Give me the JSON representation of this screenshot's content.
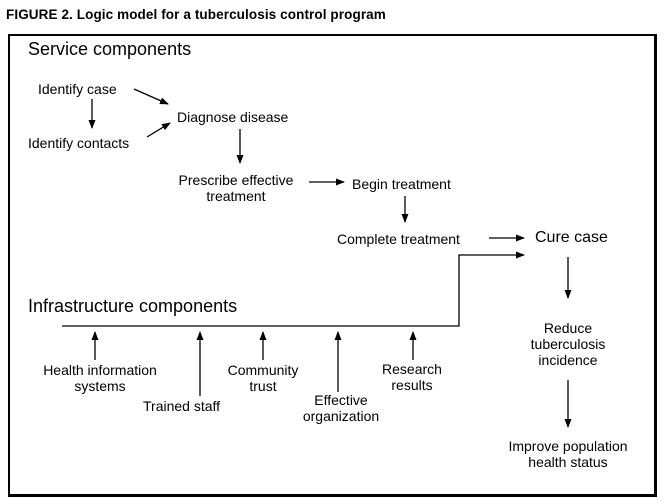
{
  "figure": {
    "caption": "FIGURE 2. Logic model for a tuberculosis control program"
  },
  "diagram": {
    "service_heading": "Service components",
    "infrastructure_heading": "Infrastructure components",
    "nodes": {
      "identify_case": "Identify case",
      "identify_contacts": "Identify contacts",
      "diagnose_disease": "Diagnose disease",
      "prescribe_effective_treatment": "Prescribe effective\ntreatment",
      "begin_treatment": "Begin treatment",
      "complete_treatment": "Complete treatment",
      "cure_case": "Cure case",
      "reduce_tuberculosis_incidence": "Reduce\ntuberculosis\nincidence",
      "improve_population_health_status": "Improve population\nhealth status",
      "health_information_systems": "Health information\nsystems",
      "trained_staff": "Trained staff",
      "community_trust": "Community\ntrust",
      "effective_organization": "Effective\norganization",
      "research_results": "Research\nresults"
    },
    "colors": {
      "line": "#000000",
      "text": "#000000",
      "background": "#ffffff"
    }
  }
}
